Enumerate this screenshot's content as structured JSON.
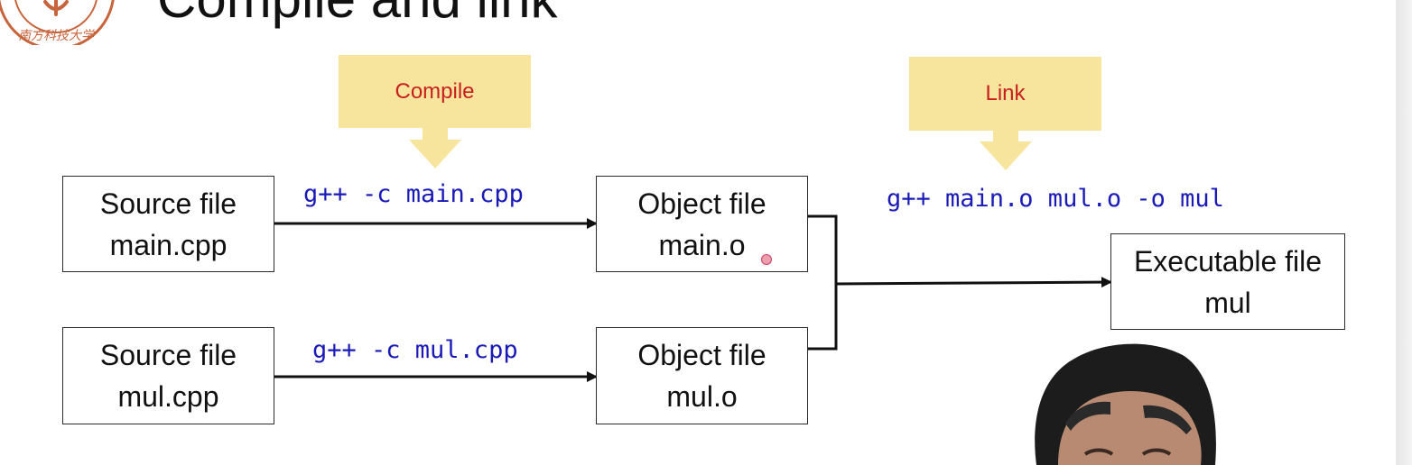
{
  "slide": {
    "title": "Compile and link",
    "logo_text": "南方科技大学"
  },
  "callouts": {
    "compile": "Compile",
    "link": "Link"
  },
  "boxes": {
    "source_main": {
      "line1": "Source file",
      "line2": "main.cpp"
    },
    "source_mul": {
      "line1": "Source file",
      "line2": "mul.cpp"
    },
    "object_main": {
      "line1": "Object file",
      "line2": "main.o"
    },
    "object_mul": {
      "line1": "Object file",
      "line2": "mul.o"
    },
    "executable": {
      "line1": "Executable file",
      "line2": "mul"
    }
  },
  "commands": {
    "compile_main": "g++ -c main.cpp",
    "compile_mul": "g++ -c mul.cpp",
    "link": "g++ main.o mul.o -o mul"
  },
  "colors": {
    "callout_fill": "#f7e59e",
    "callout_text": "#c81e1e",
    "command_text": "#1a1ab8",
    "logo": "#c8643c"
  }
}
